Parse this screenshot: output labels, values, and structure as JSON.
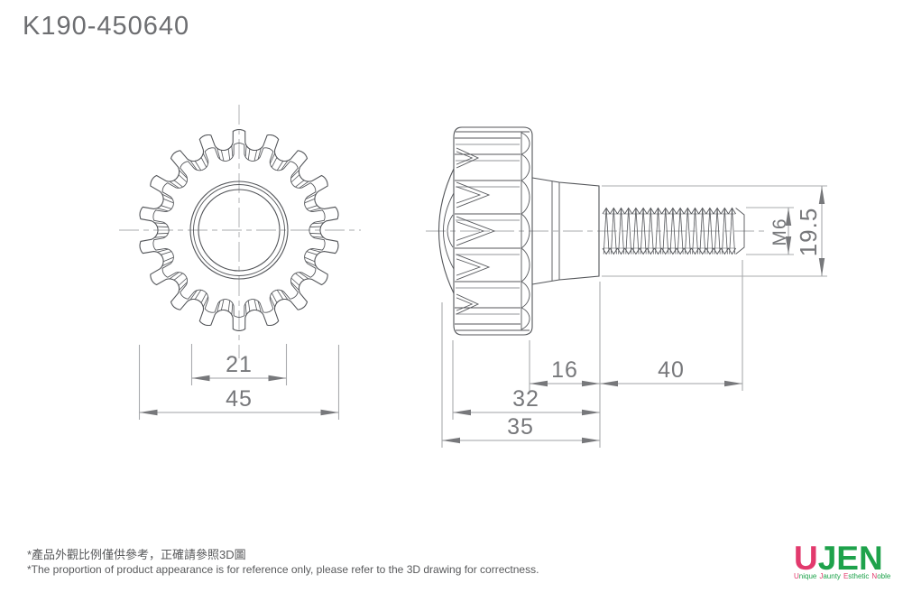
{
  "title": "K190-450640",
  "front_view": {
    "hub_diameter": "21",
    "outer_diameter": "45"
  },
  "side_view": {
    "neck_length": "16",
    "thread_length": "40",
    "body_length": "32",
    "total_length": "35",
    "thread_spec": "M6",
    "neck_diameter": "19.5"
  },
  "footer": {
    "note_zh": "*產品外觀比例僅供參考，正確請參照3D圖",
    "note_en": "*The proportion of product appearance is for reference only, please refer to the 3D drawing for correctness."
  },
  "logo": {
    "lead": "U",
    "rest": "JEN",
    "tagline": [
      {
        "first": "U",
        "rest": "nique"
      },
      {
        "first": "J",
        "rest": "aunty"
      },
      {
        "first": "E",
        "rest": "sthetic"
      },
      {
        "first": "N",
        "rest": "oble"
      }
    ]
  },
  "colors": {
    "outline": "#54565a",
    "secondary": "#a9abae",
    "dimension": "#9fa1a4",
    "arrow": "#77787b",
    "text": "#6d6e71",
    "brand_pink": "#e23a6d",
    "brand_green": "#1ea24b"
  }
}
